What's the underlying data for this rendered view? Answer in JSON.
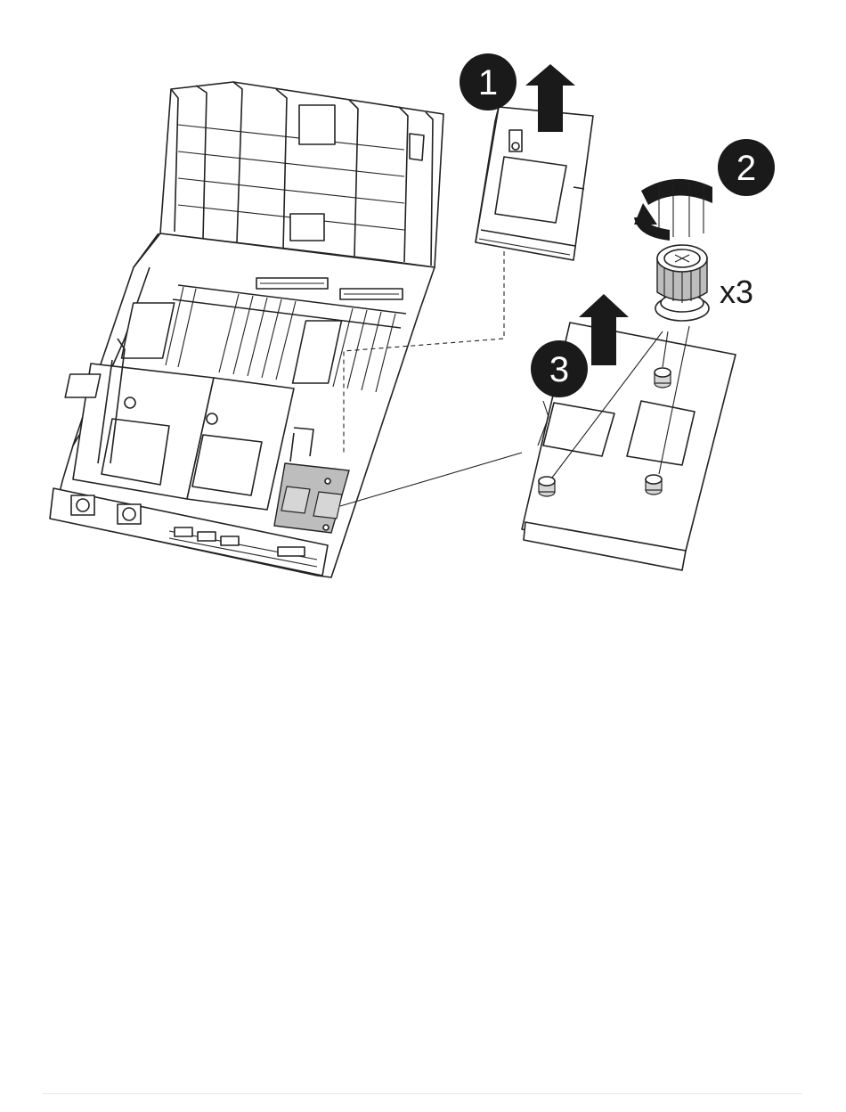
{
  "callouts": [
    {
      "number": "1"
    },
    {
      "number": "2"
    },
    {
      "number": "3"
    }
  ],
  "quantity_label": "x3",
  "colors": {
    "ink": "#1a1a1a",
    "highlight": "#bdbdbd",
    "paper": "#ffffff"
  }
}
